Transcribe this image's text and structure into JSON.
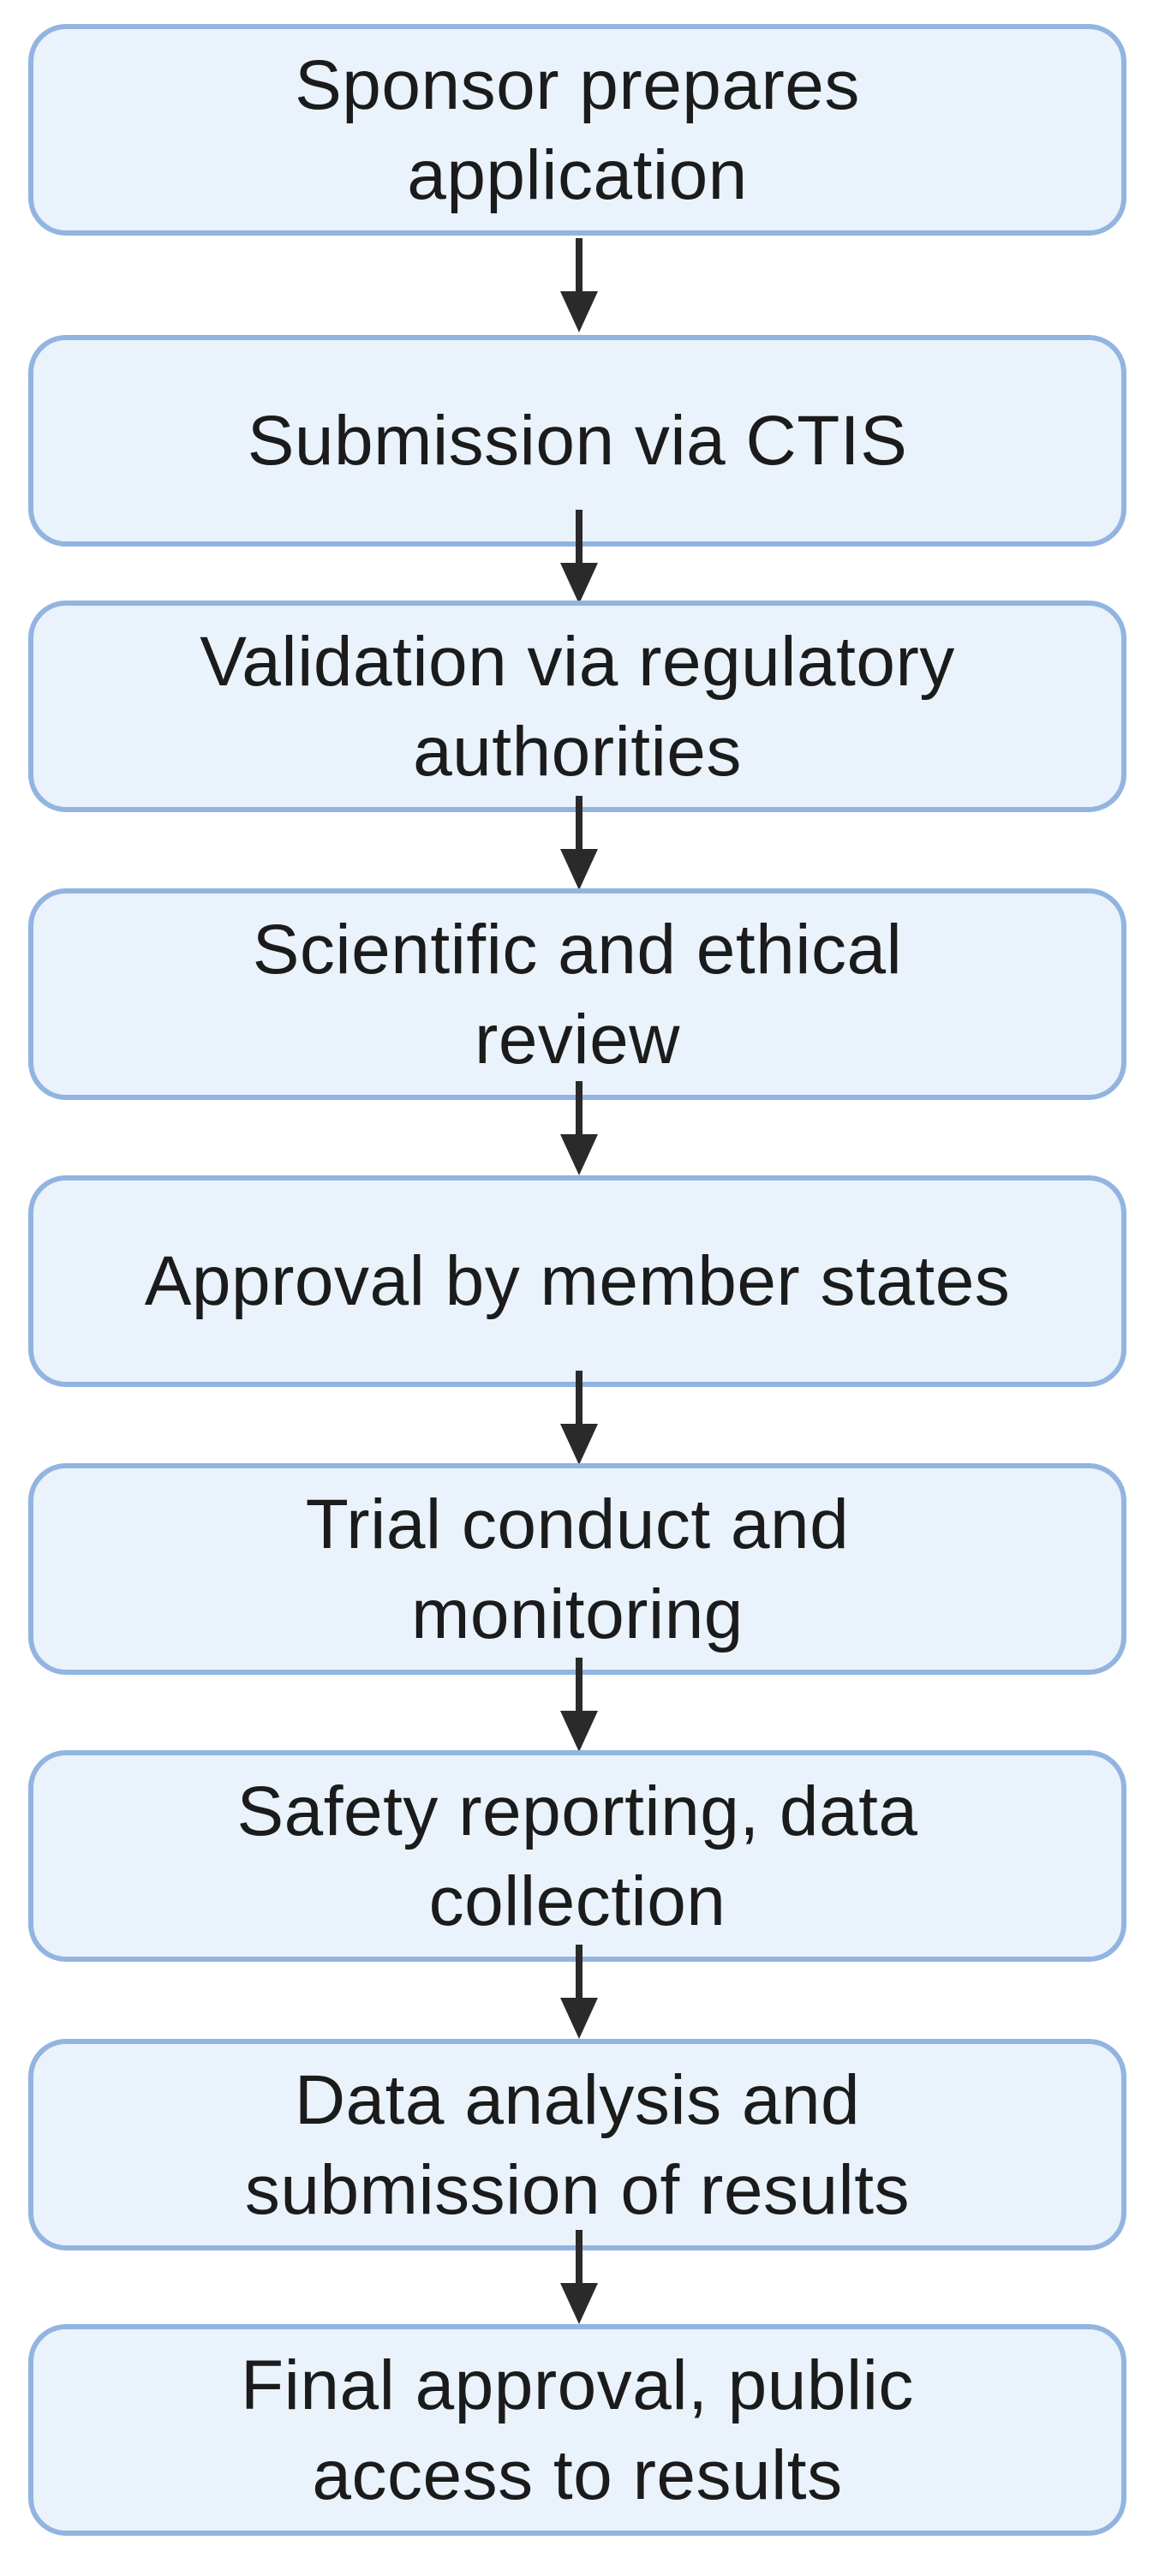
{
  "steps": [
    {
      "text": "Sponsor prepares application"
    },
    {
      "text": "Submission via CTIS"
    },
    {
      "text": "Validation via regulatory authorities"
    },
    {
      "text": "Scientific and ethical review"
    },
    {
      "text": "Approval by member states"
    },
    {
      "text": "Trial conduct and monitoring"
    },
    {
      "text": "Safety reporting, data collection"
    },
    {
      "text": "Data analysis and submission of results"
    },
    {
      "text": "Final approval, public access to results"
    }
  ],
  "colors": {
    "box_fill": "#eaf2fc",
    "box_border": "#92b4e0",
    "arrow": "#2a2a2a",
    "text": "#1b1b1b"
  }
}
